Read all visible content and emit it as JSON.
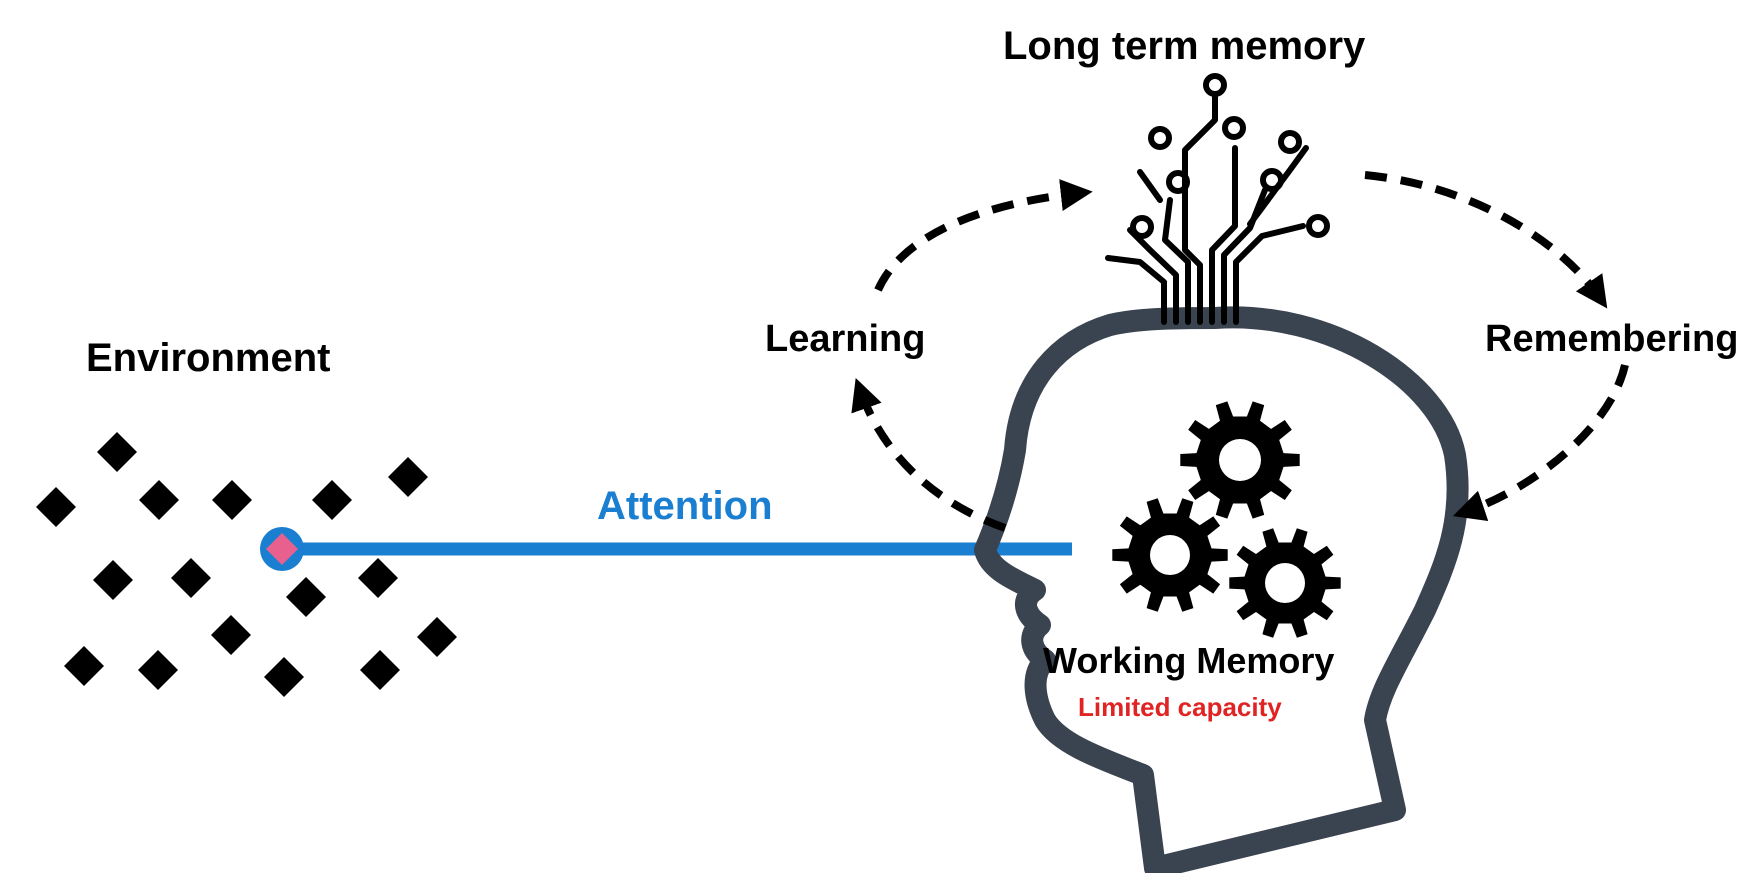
{
  "labels": {
    "environment": "Environment",
    "long_term_memory": "Long term memory",
    "learning": "Learning",
    "remembering": "Remembering",
    "attention": "Attention",
    "working_memory": "Working Memory",
    "limited_capacity": "Limited capacity"
  },
  "colors": {
    "attention": "#1a7fd0",
    "head_outline": "#3a4350",
    "limited_capacity": "#e02424",
    "focused_item": "#e8608e",
    "ink": "#000000"
  },
  "icons": {
    "circuit": "circuit-tree-icon",
    "gears": "gears-icon",
    "items": "diamond-icon"
  }
}
